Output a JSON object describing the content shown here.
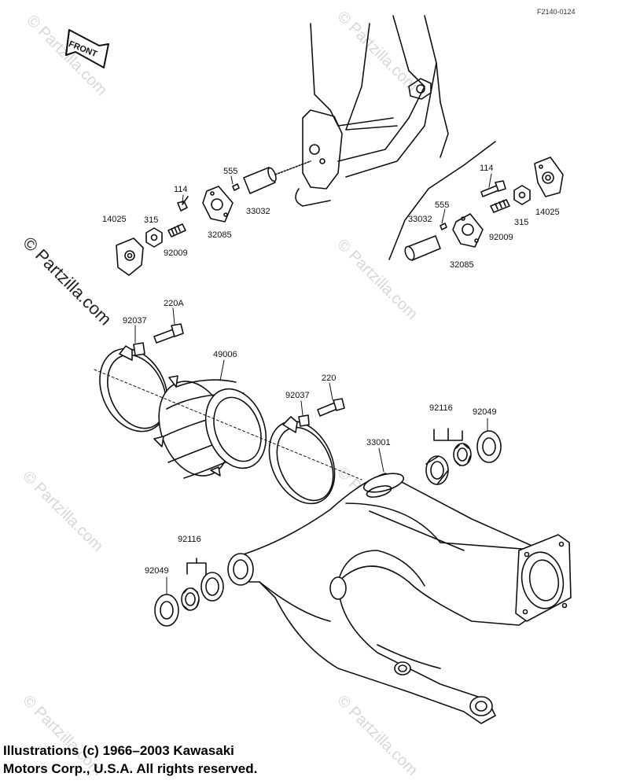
{
  "figure_code": "F2140-0124",
  "front_label": "FRONT",
  "watermark": "© Partzilla.com",
  "copyright": {
    "line1": "Illustrations (c) 1966–2003 Kawasaki",
    "line2": "Motors Corp., U.S.A.  All rights reserved."
  },
  "part_labels": {
    "l14025_left": "14025",
    "l315_left": "315",
    "l114_left": "114",
    "l92009_left": "92009",
    "l555_left": "555",
    "l32085_left": "32085",
    "l33032_top": "33032",
    "l114_right": "114",
    "l14025_right": "14025",
    "l555_right": "555",
    "l33032_right": "33032",
    "l92009_right": "92009",
    "l315_right": "315",
    "l32085_right": "32085",
    "l220A": "220A",
    "l92037_left": "92037",
    "l49006": "49006",
    "l220": "220",
    "l92037_mid": "92037",
    "l92116_right": "92116",
    "l92049_right": "92049",
    "l33001": "33001",
    "l92116_left": "92116",
    "l92049_left": "92049"
  }
}
